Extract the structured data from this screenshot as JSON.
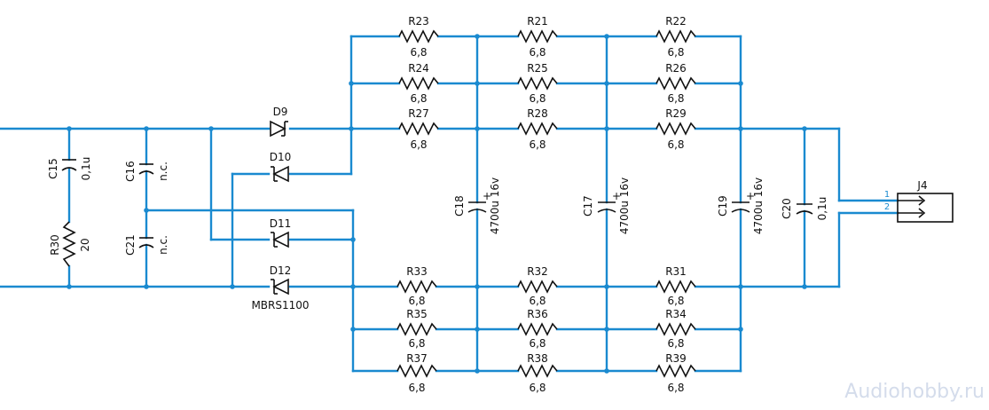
{
  "resistors_h": [
    {
      "ref": "R23",
      "val": "6,8"
    },
    {
      "ref": "R21",
      "val": "6,8"
    },
    {
      "ref": "R22",
      "val": "6,8"
    },
    {
      "ref": "R24",
      "val": "6,8"
    },
    {
      "ref": "R25",
      "val": "6,8"
    },
    {
      "ref": "R26",
      "val": "6,8"
    },
    {
      "ref": "R27",
      "val": "6,8"
    },
    {
      "ref": "R28",
      "val": "6,8"
    },
    {
      "ref": "R29",
      "val": "6,8"
    },
    {
      "ref": "R33",
      "val": "6,8"
    },
    {
      "ref": "R32",
      "val": "6,8"
    },
    {
      "ref": "R31",
      "val": "6,8"
    },
    {
      "ref": "R35",
      "val": "6,8"
    },
    {
      "ref": "R36",
      "val": "6,8"
    },
    {
      "ref": "R34",
      "val": "6,8"
    },
    {
      "ref": "R37",
      "val": "6,8"
    },
    {
      "ref": "R38",
      "val": "6,8"
    },
    {
      "ref": "R39",
      "val": "6,8"
    }
  ],
  "resistor_v": {
    "ref": "R30",
    "val": "20"
  },
  "caps": [
    {
      "ref": "C15",
      "val": "0,1u"
    },
    {
      "ref": "C16",
      "val": "n.c."
    },
    {
      "ref": "C21",
      "val": "n.c."
    },
    {
      "ref": "C18",
      "val": "4700u 16v"
    },
    {
      "ref": "C17",
      "val": "4700u 16v"
    },
    {
      "ref": "C19",
      "val": "4700u 16v"
    },
    {
      "ref": "C20",
      "val": "0,1u"
    }
  ],
  "diodes": [
    {
      "ref": "D9",
      "val": ""
    },
    {
      "ref": "D10",
      "val": ""
    },
    {
      "ref": "D11",
      "val": ""
    },
    {
      "ref": "D12",
      "val": "MBRS1100"
    }
  ],
  "connector": {
    "ref": "J4",
    "pin1": "1",
    "pin2": "2"
  },
  "watermark": "Audiohobby.ru"
}
